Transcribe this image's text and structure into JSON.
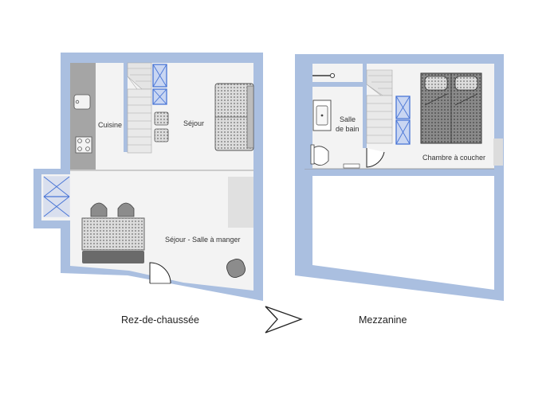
{
  "colors": {
    "wall": "#aabfe0",
    "floor": "#f1f1f1",
    "counter": "#a5a5a5",
    "furniture": "#d9d9d9",
    "pattern": "#6f6f6f",
    "fixture_blue": "#4a76d6",
    "label": "#333333"
  },
  "labels": {
    "cuisine": "Cuisine",
    "sejour": "Séjour",
    "sejour_salle": "Séjour - Salle à manger",
    "salle_de_bain_1": "Salle",
    "salle_de_bain_2": "de bain",
    "chambre": "Chambre à coucher"
  },
  "captions": {
    "ground_floor": "Rez-de-chaussée",
    "mezzanine": "Mezzanine"
  },
  "icons": {
    "direction": "arrow-right-icon"
  }
}
